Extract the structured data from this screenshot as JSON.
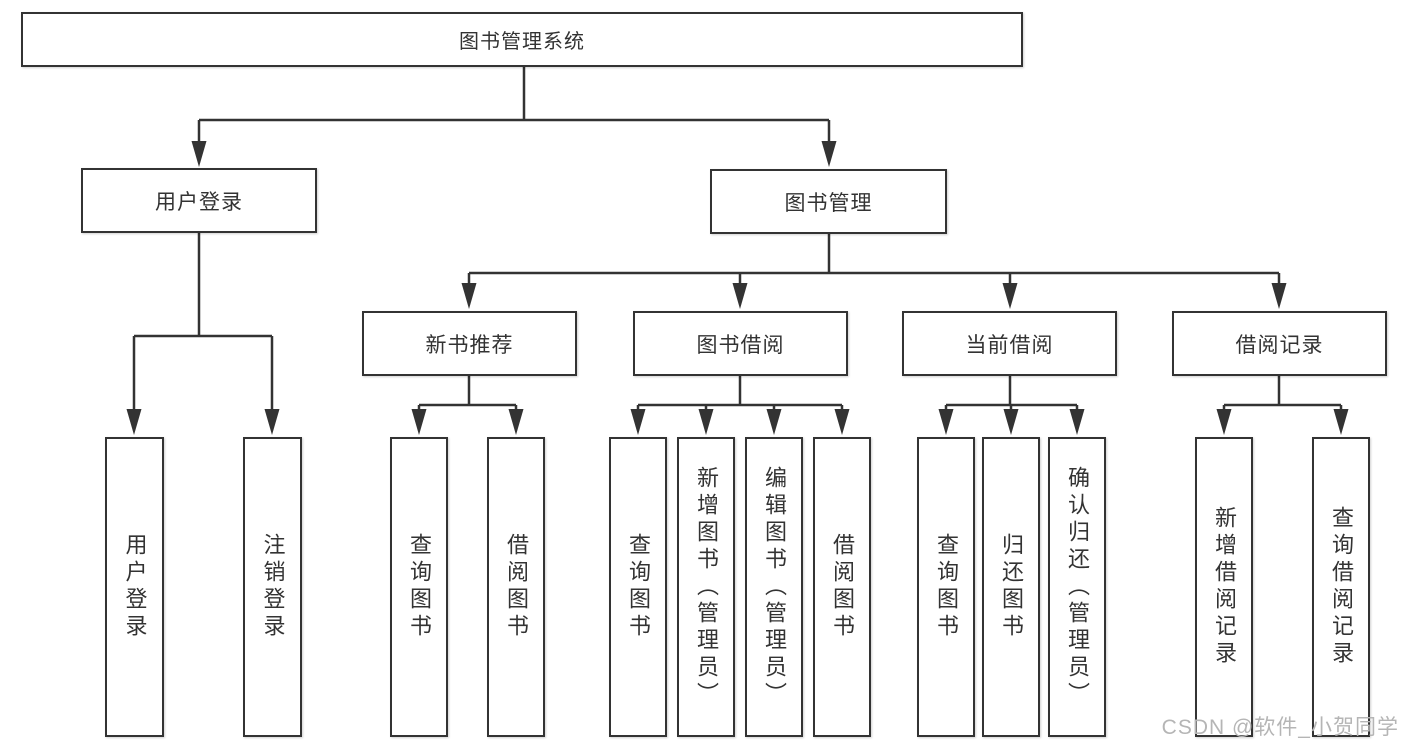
{
  "diagram_title": "图书管理系统",
  "tree": {
    "root": {
      "label": "图书管理系统"
    },
    "branches": [
      {
        "label": "用户登录",
        "children": [
          {
            "label": "用户登录"
          },
          {
            "label": "注销登录"
          }
        ]
      },
      {
        "label": "图书管理",
        "children": [
          {
            "label": "新书推荐",
            "children": [
              {
                "label": "查询图书"
              },
              {
                "label": "借阅图书"
              }
            ]
          },
          {
            "label": "图书借阅",
            "children": [
              {
                "label": "查询图书"
              },
              {
                "label": "新增图书（管理员）"
              },
              {
                "label": "编辑图书（管理员）"
              },
              {
                "label": "借阅图书"
              }
            ]
          },
          {
            "label": "当前借阅",
            "children": [
              {
                "label": "查询图书"
              },
              {
                "label": "归还图书"
              },
              {
                "label": "确认归还（管理员）"
              }
            ]
          },
          {
            "label": "借阅记录",
            "children": [
              {
                "label": "新增借阅记录"
              },
              {
                "label": "查询借阅记录"
              }
            ]
          }
        ]
      }
    ]
  },
  "watermark": {
    "text": "CSDN @软件_小贺同学"
  },
  "colors": {
    "line": "#333333",
    "text": "#333333",
    "background": "#ffffff",
    "watermark": "#b5b5b5"
  }
}
